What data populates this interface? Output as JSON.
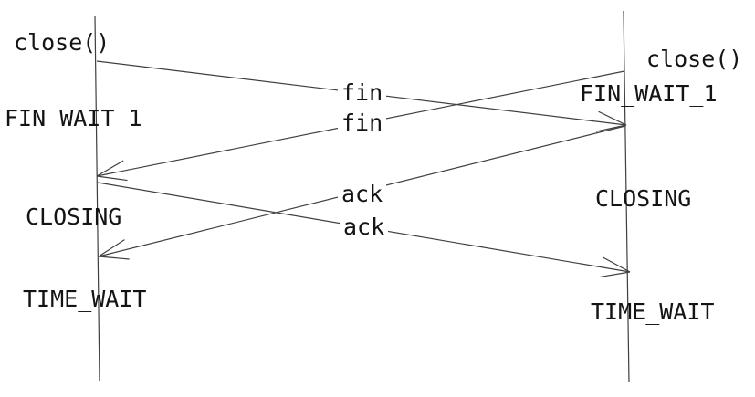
{
  "left_timeline": {
    "labels": [
      {
        "text": "close()"
      },
      {
        "text": "FIN_WAIT_1"
      },
      {
        "text": "CLOSING"
      },
      {
        "text": "TIME_WAIT"
      }
    ]
  },
  "right_timeline": {
    "labels": [
      {
        "text": "close()"
      },
      {
        "text": "FIN_WAIT_1"
      },
      {
        "text": "CLOSING"
      },
      {
        "text": "TIME_WAIT"
      }
    ]
  },
  "messages": [
    {
      "text": "fin",
      "from": "left",
      "to": "right"
    },
    {
      "text": "fin",
      "from": "right",
      "to": "left"
    },
    {
      "text": "ack",
      "from": "right",
      "to": "left"
    },
    {
      "text": "ack",
      "from": "left",
      "to": "right"
    }
  ],
  "colors": {
    "line": "#3f3f3f",
    "text": "#141414",
    "background": "#ffffff"
  }
}
